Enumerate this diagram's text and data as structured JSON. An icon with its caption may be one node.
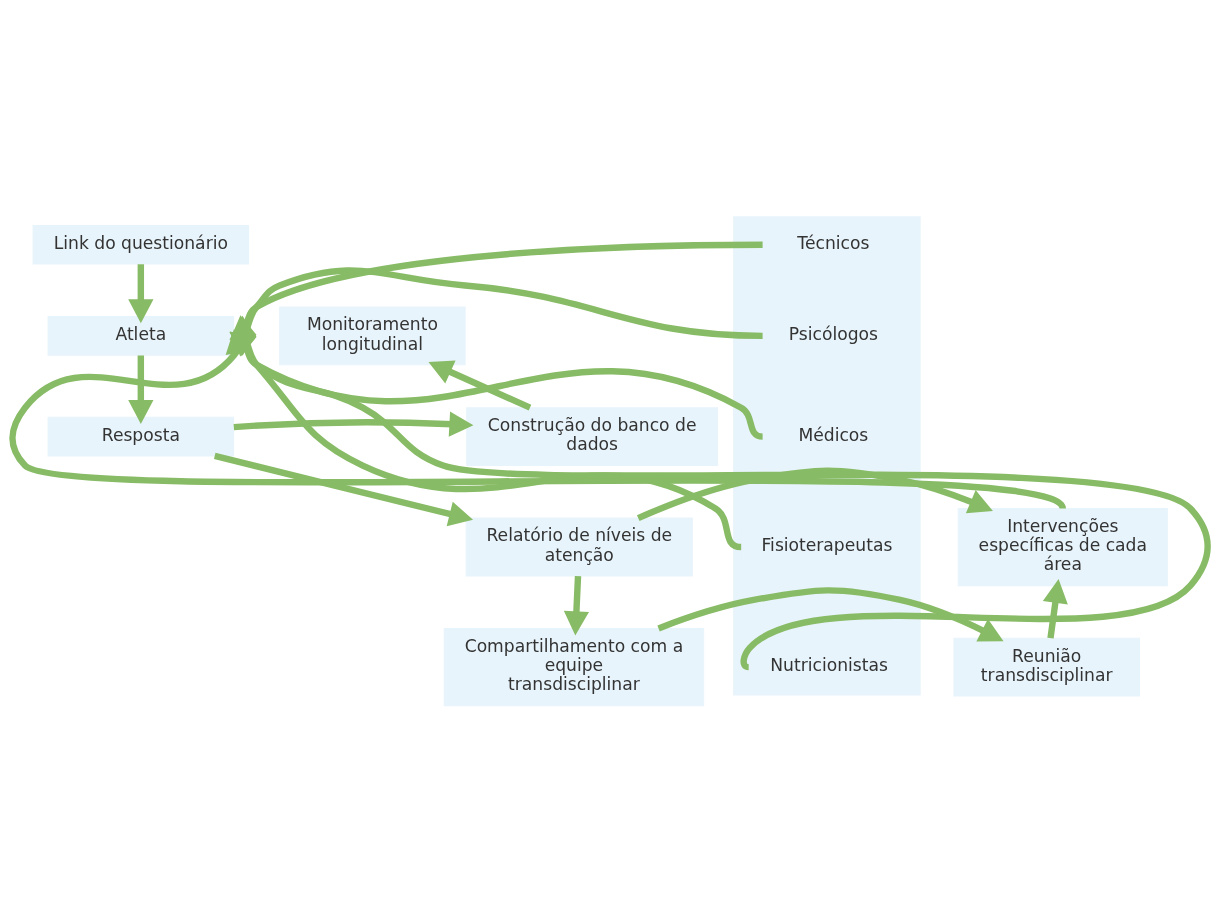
{
  "diagram": {
    "nodes": [
      {
        "text": [
          "Link do questionário"
        ]
      },
      {
        "text": [
          "Monitoramento longitudinal"
        ]
      },
      {
        "text": [
          "Atleta"
        ]
      },
      {
        "text": [],
        "shape": "box"
      },
      {
        "text": [
          "Técnicos"
        ],
        "in": 3
      },
      {
        "text": [
          "Psicólogos"
        ],
        "in": 3
      },
      {
        "text": [
          "Médicos"
        ],
        "in": 3
      },
      {
        "text": [
          "Fisioterapeutas"
        ],
        "in": 3
      },
      {
        "text": [
          "Nutricionistas"
        ],
        "in": 3
      },
      {
        "text": [
          "Construção do banco de dados"
        ]
      },
      {
        "text": [
          "Resposta"
        ]
      },
      {
        "text": [
          "Relatório de níveis de atenção"
        ]
      },
      {
        "text": [
          "Intervenções específicas de cada área"
        ]
      },
      {
        "text": [
          "Compartilhamento com a equipe transdisciplinar"
        ]
      },
      {
        "text": [
          "Reunião transdisciplinar"
        ]
      }
    ],
    "edges": [
      {
        "from": 0,
        "to": 2,
        "arrow": "to"
      },
      {
        "from": 2,
        "to": 10,
        "arrow": "to"
      },
      {
        "from": 10,
        "to": 9,
        "arrow": "to"
      },
      {
        "from": 9,
        "to": 1,
        "arrow": "to"
      },
      {
        "from": 10,
        "to": 11,
        "arrow": "to"
      },
      {
        "from": 11,
        "to": 12,
        "arrow": "to"
      },
      {
        "from": 11,
        "to": 13,
        "arrow": "to"
      },
      {
        "from": 13,
        "to": 14,
        "arrow": "to"
      },
      {
        "from": 14,
        "to": 12,
        "arrow": "to"
      },
      {
        "from": 12,
        "to": 2,
        "arrow": "to"
      },
      {
        "from": 4,
        "to": 2,
        "arrow": "to"
      },
      {
        "from": 5,
        "to": 2,
        "arrow": "to"
      },
      {
        "from": 6,
        "to": 2,
        "arrow": "to"
      },
      {
        "from": 7,
        "to": 2,
        "arrow": "to"
      },
      {
        "from": 8,
        "to": 2,
        "arrow": "to"
      }
    ]
  }
}
